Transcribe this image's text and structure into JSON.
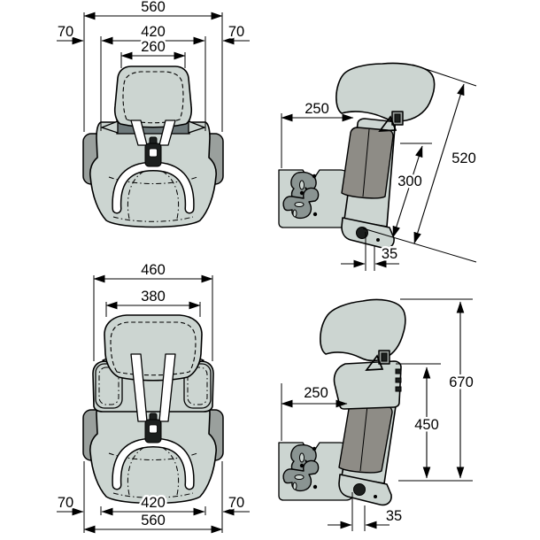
{
  "drawing": {
    "subject": "child car seat technical drawing, front and side views in lowered and raised backrest configurations",
    "unit": "mm",
    "colors": {
      "background": "#ffffff",
      "outline": "#000000",
      "shell": "#ccd5d1",
      "pad_dark": "#8e8c86",
      "armrest": "#9aa09d",
      "belt_guide_bar": "#6e797b",
      "hardware": "#8a9492",
      "strap": "#ffffff",
      "buckle": "#1c1f1e"
    },
    "views": {
      "front_compact": {
        "name": "front view, backrest lowered",
        "overall_width": "560",
        "side_overhang_left": "70",
        "shell_width": "420",
        "side_overhang_right": "70",
        "headrest_width": "260"
      },
      "side_compact": {
        "name": "side view, backrest lowered",
        "seat_depth": "250",
        "backrest_pad_height": "300",
        "overall_height": "520",
        "pivot_offset": "35"
      },
      "front_extended": {
        "name": "front view, backrest raised",
        "upper_width": "460",
        "headrest_width": "380",
        "side_overhang_left": "70",
        "shell_width": "420",
        "side_overhang_right": "70",
        "overall_width": "560"
      },
      "side_extended": {
        "name": "side view, backrest raised",
        "seat_depth": "250",
        "backrest_pad_height": "450",
        "overall_height": "670",
        "pivot_offset": "35"
      }
    }
  }
}
